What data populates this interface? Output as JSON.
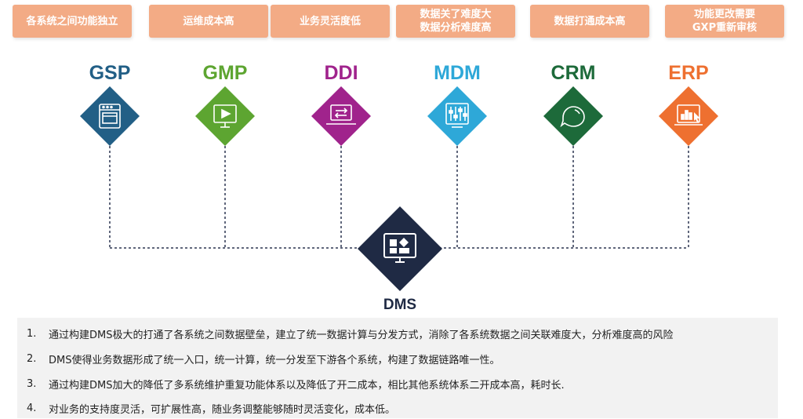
{
  "problems": [
    {
      "lines": [
        "各系统之间功能独立"
      ]
    },
    {
      "lines": [
        "运维成本高"
      ]
    },
    {
      "lines": [
        "业务灵活度低"
      ]
    },
    {
      "lines": [
        "数据关了难度大",
        "数据分析难度高"
      ]
    },
    {
      "lines": [
        "数据打通成本高"
      ]
    },
    {
      "lines": [
        "功能更改需要",
        "GXP重新审核"
      ]
    }
  ],
  "systems": [
    {
      "label": "GSP",
      "color": "#225f86",
      "icon": "oven-icon"
    },
    {
      "label": "GMP",
      "color": "#5da531",
      "icon": "presentation-icon"
    },
    {
      "label": "DDI",
      "color": "#a0238c",
      "icon": "laptop-exchange-icon"
    },
    {
      "label": "MDM",
      "color": "#2ea8d8",
      "icon": "sliders-icon"
    },
    {
      "label": "CRM",
      "color": "#1d6a3a",
      "icon": "chat-bubble-icon"
    },
    {
      "label": "ERP",
      "color": "#ee7030",
      "icon": "chart-cursor-icon"
    }
  ],
  "hub": {
    "label": "DMS",
    "color": "#1f2a44",
    "icon": "dashboard-monitor-icon"
  },
  "connector_color": "#2b3550",
  "notes": [
    {
      "num": "1.",
      "text": "通过构建DMS极大的打通了各系统之间数据壁垒，建立了统一数据计算与分发方式，消除了各系统数据之间关联难度大，分析难度高的风险"
    },
    {
      "num": "2.",
      "text": "DMS使得业务数据形成了统一入口，统一计算，统一分发至下游各个系统，构建了数据链路唯一性。"
    },
    {
      "num": "3.",
      "text": "通过构建DMS加大的降低了多系统维护重复功能体系以及降低了开二成本，相比其他系统体系二开成本高，耗时长."
    },
    {
      "num": "4.",
      "text": "对业务的支持度灵活，可扩展性高，随业务调整能够随时灵活变化，成本低。"
    }
  ]
}
